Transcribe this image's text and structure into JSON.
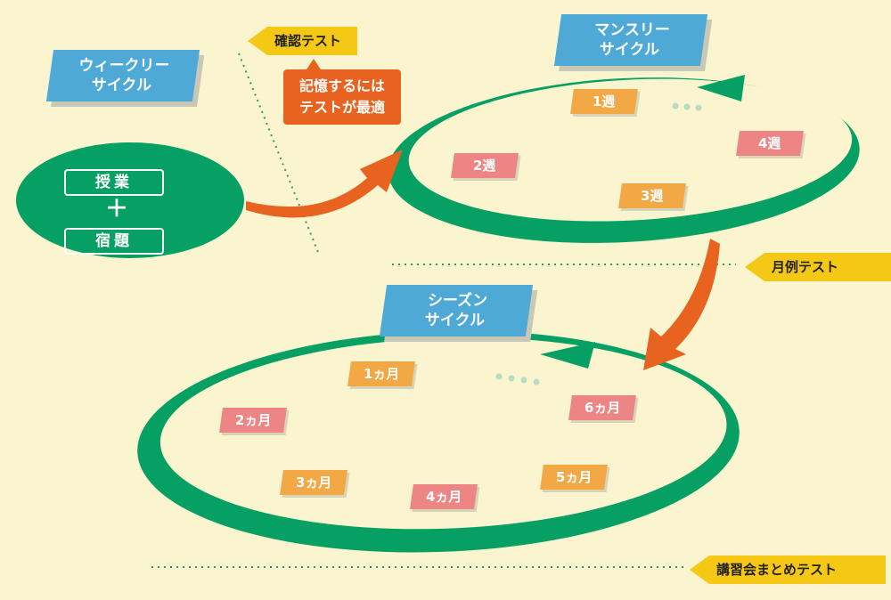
{
  "weekly": {
    "title_line1": "ウィークリー",
    "title_line2": "サイクル",
    "lesson": "授業",
    "plus": "＋",
    "homework": "宿題"
  },
  "confirm_test": {
    "label": "確認テスト",
    "callout_line1": "記憶するには",
    "callout_line2": "テストが最適"
  },
  "monthly": {
    "title_line1": "マンスリー",
    "title_line2": "サイクル",
    "weeks": [
      "1週",
      "2週",
      "3週",
      "4週"
    ]
  },
  "monthly_test": {
    "label": "月例テスト"
  },
  "season": {
    "title_line1": "シーズン",
    "title_line2": "サイクル",
    "months": [
      "1ヵ月",
      "2ヵ月",
      "3ヵ月",
      "4ヵ月",
      "5ヵ月",
      "6ヵ月"
    ]
  },
  "final_test": {
    "label": "講習会まとめテスト"
  },
  "colors": {
    "background": "#fbf5cf",
    "green": "#06a064",
    "light_green": "#b9dcc4",
    "blue": "#4fa9d6",
    "orange_box": "#f2a945",
    "pink_box": "#ee8585",
    "arrow_orange": "#e8631f",
    "tag_yellow": "#f6c816"
  }
}
